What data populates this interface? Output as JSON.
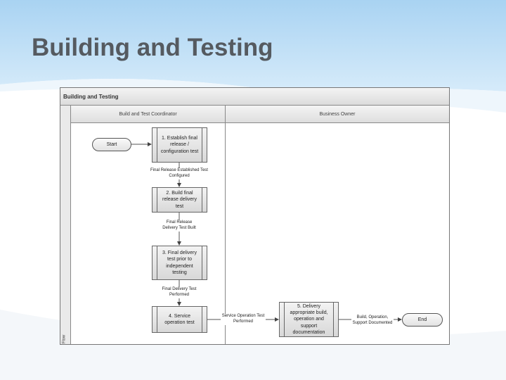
{
  "slide": {
    "title": "Building and Testing"
  },
  "diagram": {
    "title": "Building and Testing",
    "pool_label": "Flow",
    "lanes": [
      "Build and Test Coordinator",
      "Business Owner"
    ],
    "start": "Start",
    "end": "End",
    "steps": [
      "1. Establish final release / configuration test",
      "2. Build final release delivery test",
      "3. Final delivery test prior to independent testing",
      "4. Service operation test",
      "5. Delivery appropriate build, operation and support documentation"
    ],
    "connectors": [
      "Final Release Established Test Configured",
      "Final Release Delivery Test Built",
      "Final Delivery Test Performed",
      "Service Operation Test Performed",
      "Build, Operation, Support Documented"
    ]
  }
}
